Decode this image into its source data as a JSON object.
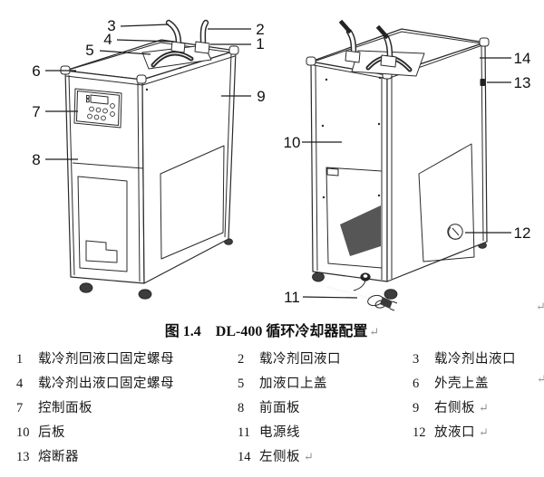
{
  "figure": {
    "caption": {
      "fig_label": "图 1.4",
      "title": "DL-400 循环冷却器配置"
    },
    "callouts": {
      "c1": "1",
      "c2": "2",
      "c3": "3",
      "c4": "4",
      "c5": "5",
      "c6": "6",
      "c7": "7",
      "c8": "8",
      "c9": "9",
      "c10": "10",
      "c11": "11",
      "c12": "12",
      "c13": "13",
      "c14": "14"
    }
  },
  "legend": {
    "items": [
      {
        "num": "1",
        "label": "载冷剂回液口固定螺母"
      },
      {
        "num": "2",
        "label": "载冷剂回液口"
      },
      {
        "num": "3",
        "label": "载冷剂出液口"
      },
      {
        "num": "4",
        "label": "载冷剂出液口固定螺母"
      },
      {
        "num": "5",
        "label": "加液口上盖"
      },
      {
        "num": "6",
        "label": "外壳上盖"
      },
      {
        "num": "7",
        "label": "控制面板"
      },
      {
        "num": "8",
        "label": "前面板"
      },
      {
        "num": "9",
        "label": "右侧板",
        "mark": "↵"
      },
      {
        "num": "10",
        "label": "后板"
      },
      {
        "num": "11",
        "label": "电源线"
      },
      {
        "num": "12",
        "label": "放液口",
        "mark": "↵"
      },
      {
        "num": "13",
        "label": "熔断器"
      },
      {
        "num": "14",
        "label": "左侧板",
        "mark": "↵"
      }
    ]
  },
  "icons": {
    "return_mark": "↵"
  },
  "colors": {
    "line": "#2a2a2a",
    "text": "#161616",
    "paragraph_mark": "#949494",
    "background": "#ffffff"
  }
}
